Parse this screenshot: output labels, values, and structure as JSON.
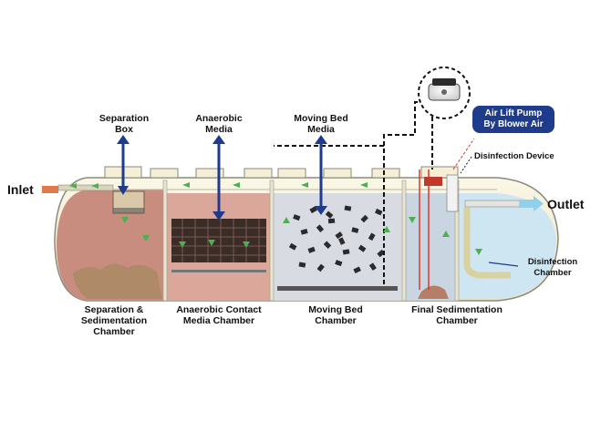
{
  "labels": {
    "inlet": "Inlet",
    "outlet": "Outlet",
    "separation_box": [
      "Separation",
      "Box"
    ],
    "anaerobic_media": [
      "Anaerobic",
      "Media"
    ],
    "moving_bed_media": [
      "Moving Bed",
      "Media"
    ],
    "air_lift_pump": [
      "Air Lift Pump",
      "By Blower Air"
    ],
    "disinfection_device": "Disinfection Device",
    "disinfection_chamber": [
      "Disinfection",
      "Chamber"
    ],
    "separation_chamber": [
      "Separation &",
      "Sedimentation",
      "Chamber"
    ],
    "anaerobic_chamber": [
      "Anaerobic Contact",
      "Media Chamber"
    ],
    "moving_bed_chamber": [
      "Moving Bed",
      "Chamber"
    ],
    "final_sedimentation_chamber": [
      "Final Sedimentation",
      "Chamber"
    ]
  },
  "colors": {
    "tank_shell": "#f3efd4",
    "sludge_chamber": "#c98d80",
    "anaerobic_chamber": "#dca79b",
    "moving_bed_chamber": "#d8dbe2",
    "disinfection_chamber": "#cde6f2",
    "pump_badge": "#1f3b8c",
    "inlet_pipe": "#e07a4a",
    "outlet_arrow": "#8fd0ec",
    "air_line": "#111111",
    "red_pipe": "#d83a2c",
    "green_arrows": "#4caf50"
  }
}
